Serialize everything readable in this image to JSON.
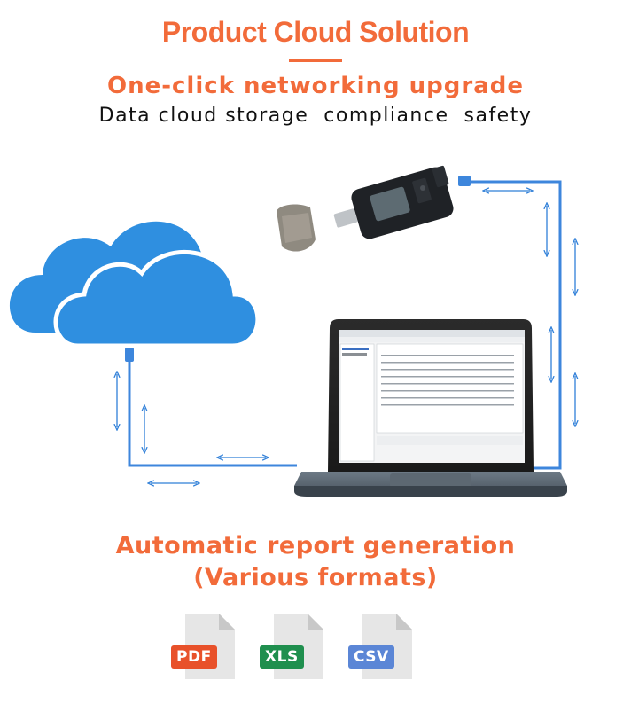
{
  "header": {
    "title": "Product Cloud Solution",
    "subtitle": "One-click networking upgrade",
    "tagline": "Data cloud storage  compliance  safety"
  },
  "report": {
    "line1": "Automatic report generation",
    "line2": "(Various formats)"
  },
  "formats": [
    {
      "label": "PDF",
      "color": "#e8512a"
    },
    {
      "label": "XLS",
      "color": "#1f8f4e"
    },
    {
      "label": "CSV",
      "color": "#5b86d6"
    }
  ],
  "colors": {
    "accent": "#f26b3a",
    "cloud": "#2f8fe0",
    "connector": "#2f7fd8"
  },
  "icons": [
    "cloud-icon",
    "usb-data-logger",
    "laptop",
    "pdf-file-icon",
    "xls-file-icon",
    "csv-file-icon"
  ]
}
